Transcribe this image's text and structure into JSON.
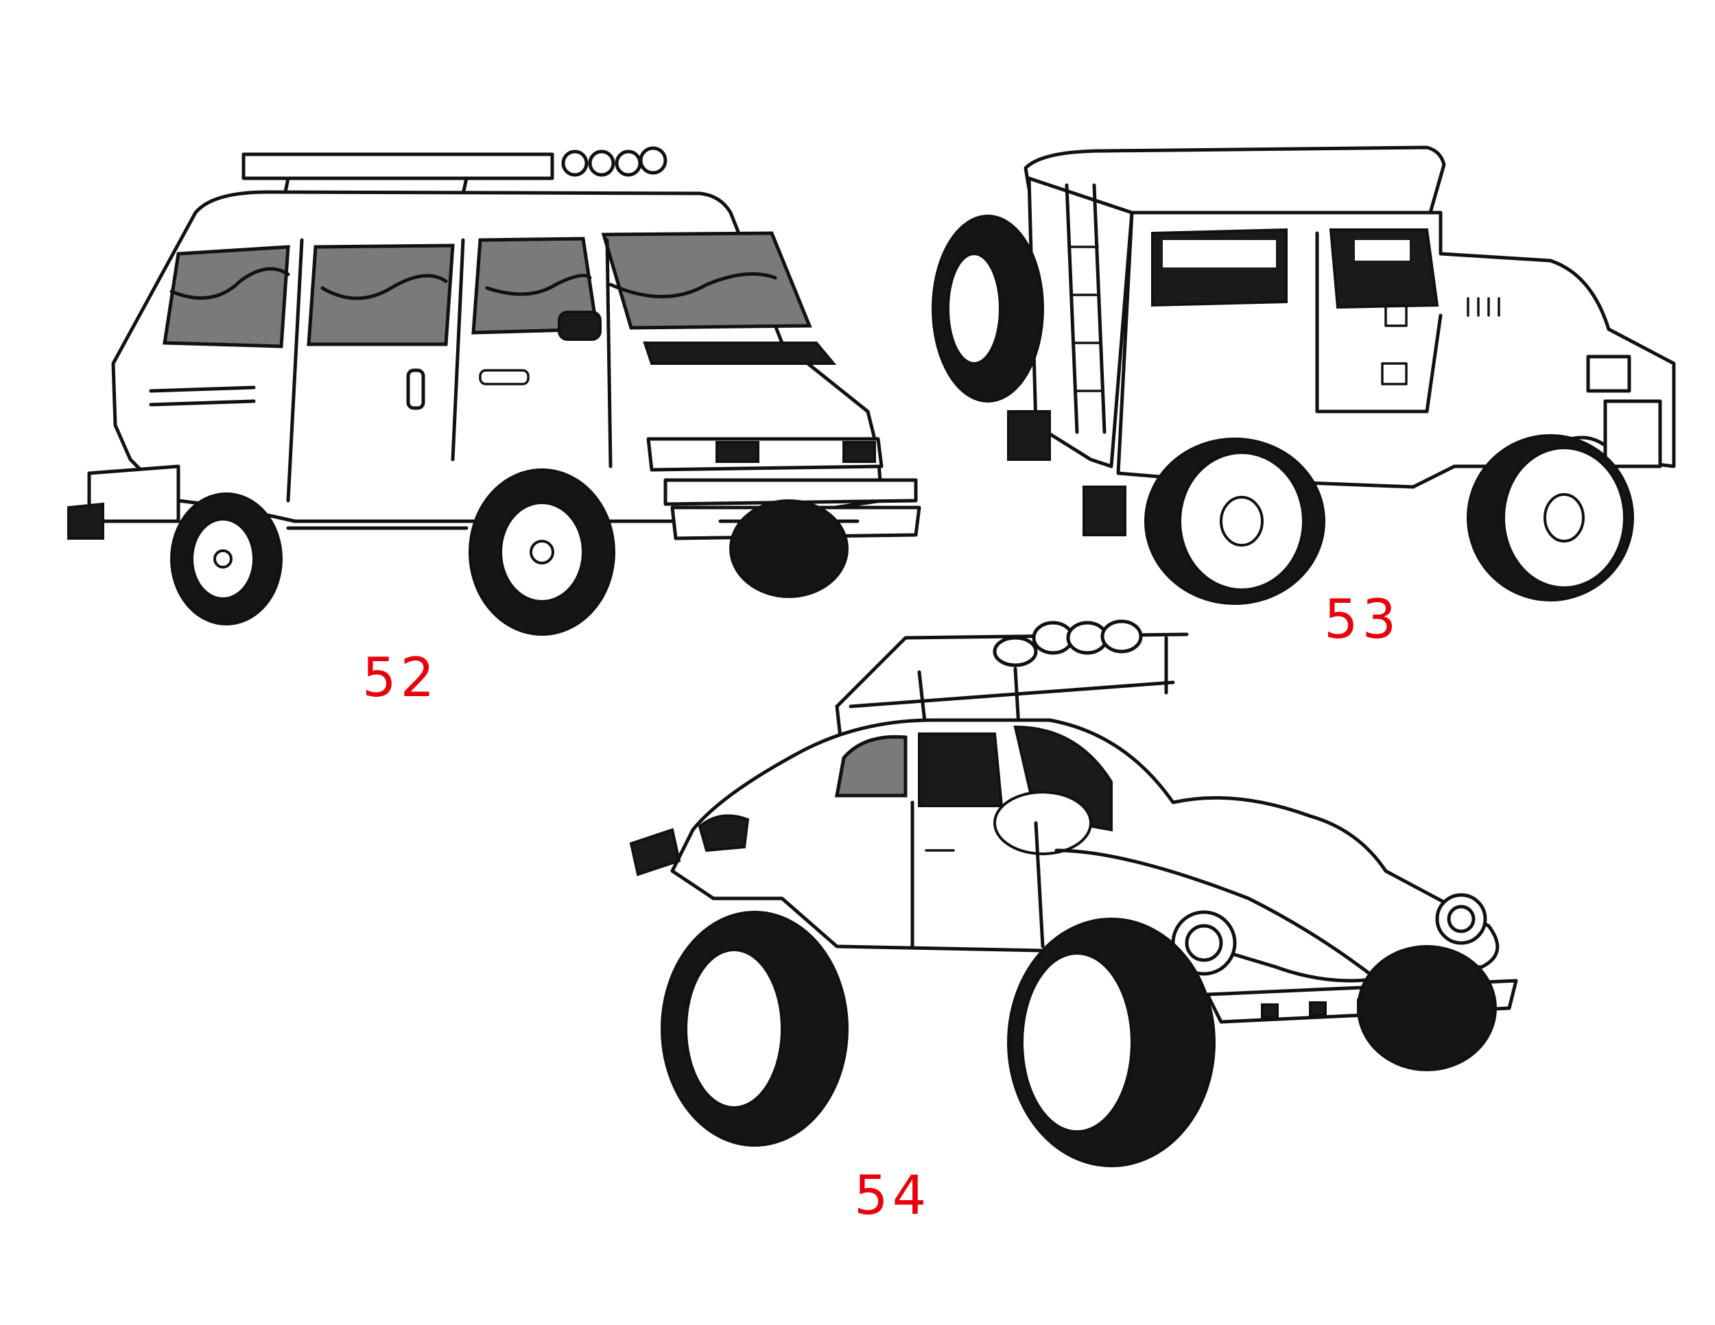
{
  "drawings": [
    {
      "label": "52",
      "subject": "van-icon"
    },
    {
      "label": "53",
      "subject": "jeep-icon"
    },
    {
      "label": "54",
      "subject": "beetle-icon"
    }
  ],
  "colors": {
    "ink": "#111111",
    "label": "#e8000b",
    "glass": "#7a7a7a",
    "background": "#ffffff"
  }
}
